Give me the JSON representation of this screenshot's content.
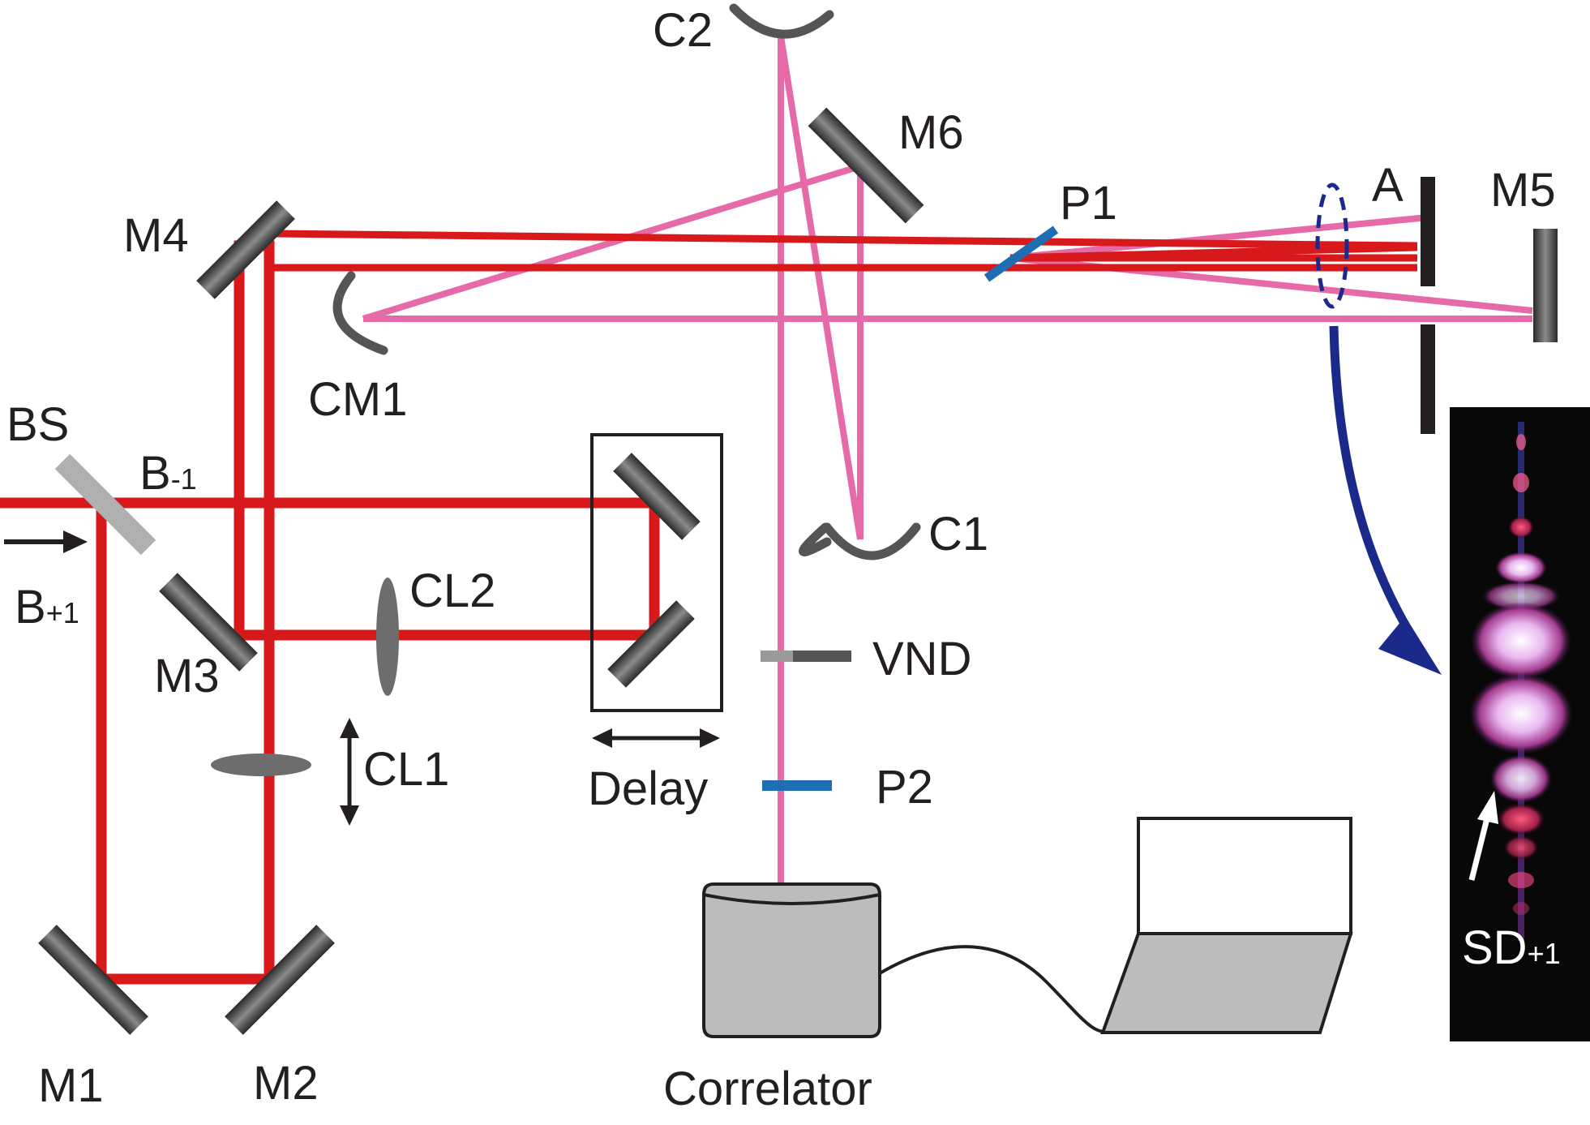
{
  "labels": {
    "c2": "C2",
    "m6": "M6",
    "m4": "M4",
    "p1": "P1",
    "a": "A",
    "m5": "M5",
    "cm1": "CM1",
    "bs": "BS",
    "b_minus": "B",
    "b_minus_sub": "-1",
    "b_plus": "B",
    "b_plus_sub": "+1",
    "cl2": "CL2",
    "c1": "C1",
    "m3": "M3",
    "vnd": "VND",
    "cl1": "CL1",
    "delay": "Delay",
    "p2": "P2",
    "m1": "M1",
    "m2": "M2",
    "correlator": "Correlator",
    "sd": "SD",
    "sd_sub": "+1"
  },
  "colors": {
    "red_beam": "#d7191c",
    "pink_beam": "#e66aa8",
    "mirror": "#555555",
    "polarizer": "#1f6eb4",
    "arrow_blue": "#1b2a8a",
    "text": "#231f20"
  }
}
